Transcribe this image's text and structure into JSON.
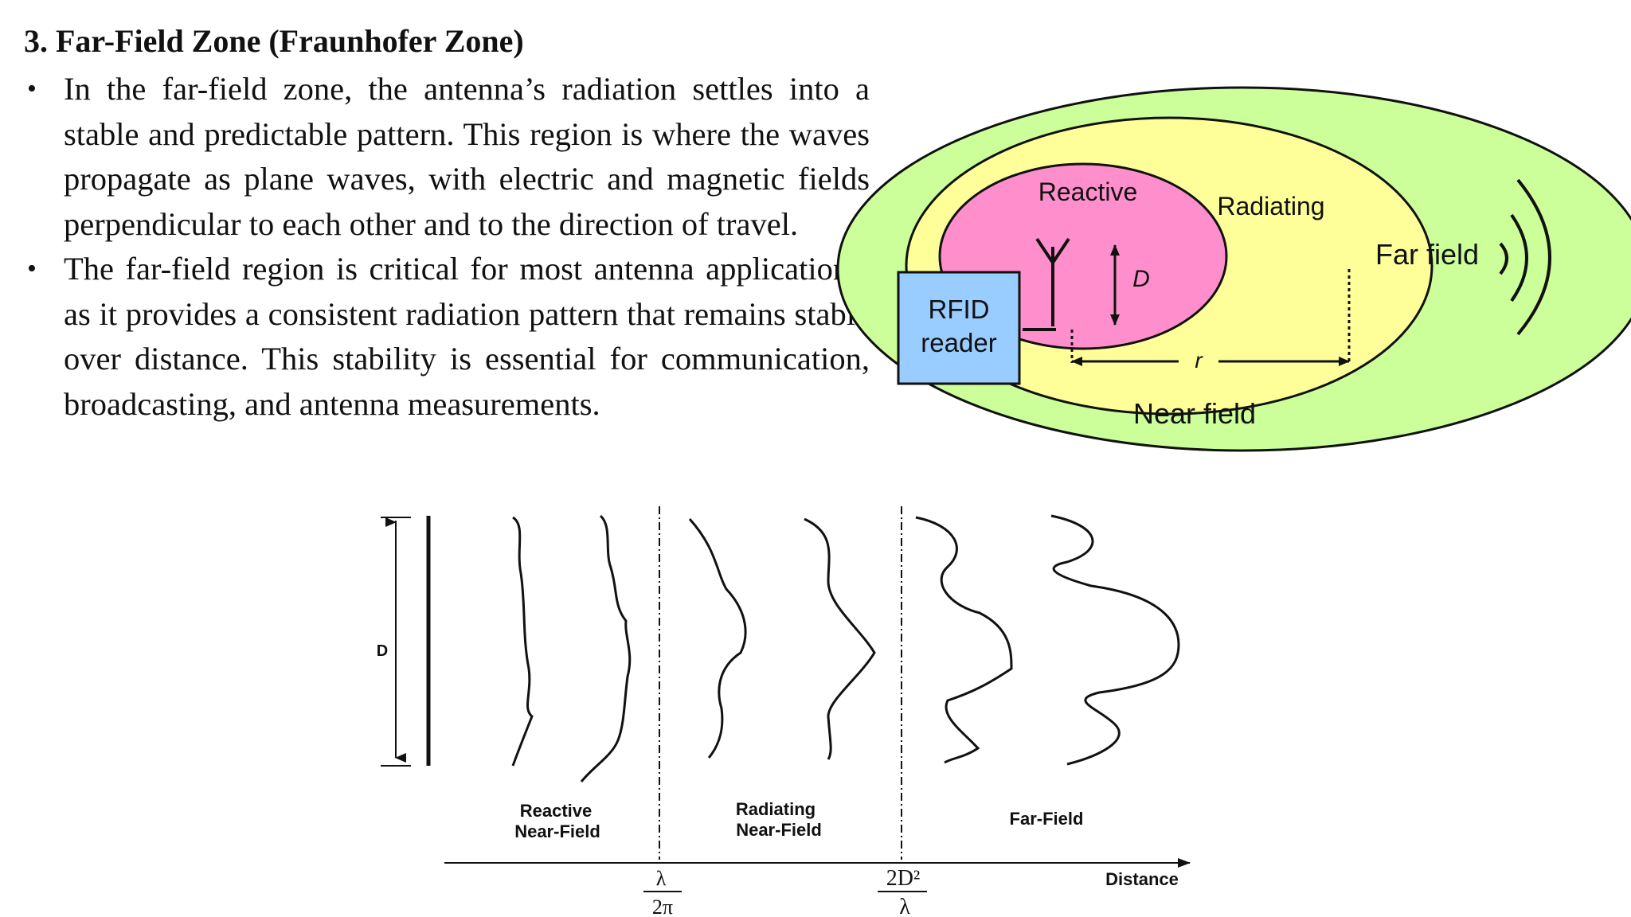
{
  "heading": "3. Far-Field Zone (Fraunhofer Zone)",
  "bullets": [
    "In the far-field zone, the antenna’s radiation settles into a stable and predictable pattern. This region is where the waves propagate as plane waves, with electric and magnetic fields perpendicular to each other and to the direction of travel.",
    "The far-field region is critical for most antenna applications, as it provides a consistent radiation pattern that remains stable over distance. This stability is essential for communication, broadcasting, and antenna measurements."
  ],
  "rfid_diagram": {
    "reactive_label": "Reactive",
    "radiating_label": "Radiating",
    "far_field_label": "Far field",
    "near_field_label": "Near field",
    "reader_line1": "RFID",
    "reader_line2": "reader",
    "dimension_d": "D",
    "distance_r": "r",
    "colors": {
      "far": "#ccff99",
      "radiating": "#ffff99",
      "reactive": "#ff8fcc",
      "reader": "#99ccff"
    }
  },
  "wavefront_diagram": {
    "d_label": "D",
    "region_reactive_1": "Reactive",
    "region_reactive_2": "Near-Field",
    "region_radiating_1": "Radiating",
    "region_radiating_2": "Near-Field",
    "region_far": "Far-Field",
    "axis_label": "Distance",
    "boundary1_num": "λ",
    "boundary1_den": "2π",
    "boundary2_num": "2D²",
    "boundary2_den": "λ"
  }
}
